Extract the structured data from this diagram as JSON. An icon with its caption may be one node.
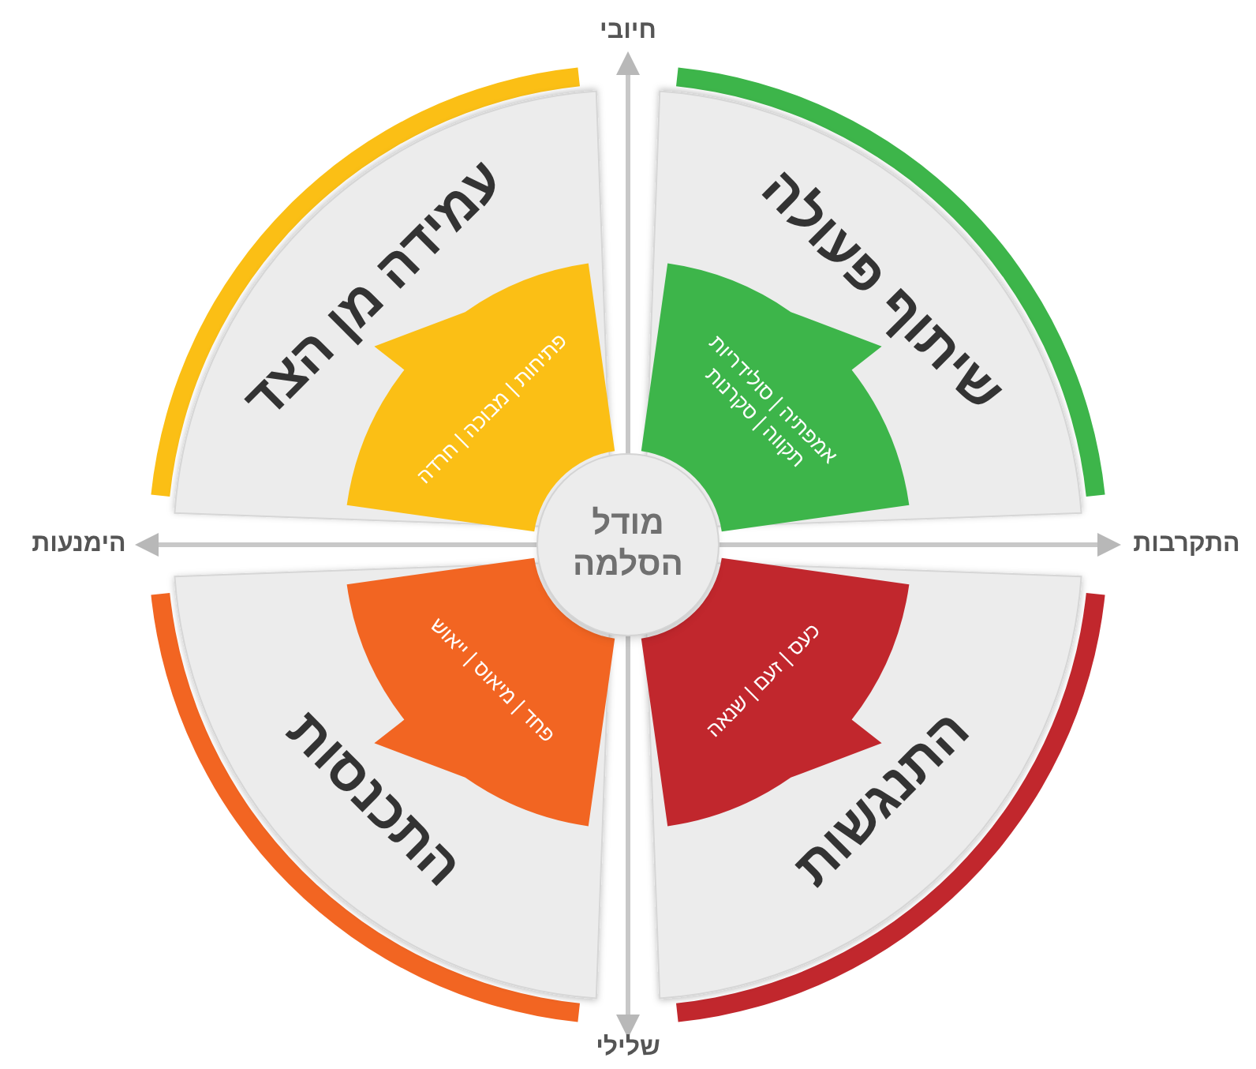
{
  "diagram": {
    "nodes": [
      {
        "text": [
          "מודל הסלמה"
        ]
      },
      {
        "text": [
          "שיתוף פעולה"
        ]
      },
      {
        "text": [
          "אמפתיה | סולידריות תקווה | סקרנות"
        ],
        "in": 1
      },
      {
        "text": [
          "עמידה מן הצד"
        ]
      },
      {
        "text": [
          "פתיחות | מבוכה | חרדה"
        ],
        "in": 3
      },
      {
        "text": [
          "התכנסות"
        ]
      },
      {
        "text": [
          "פחד | מיאוס | ייאוש"
        ],
        "in": 5
      },
      {
        "text": [
          "התנגשות"
        ]
      },
      {
        "text": [
          "כעס | זעם | שנאה"
        ],
        "in": 7
      }
    ],
    "labels": [
      "חיובי",
      "הימנעות",
      "התקרבות",
      "שלילי"
    ]
  }
}
